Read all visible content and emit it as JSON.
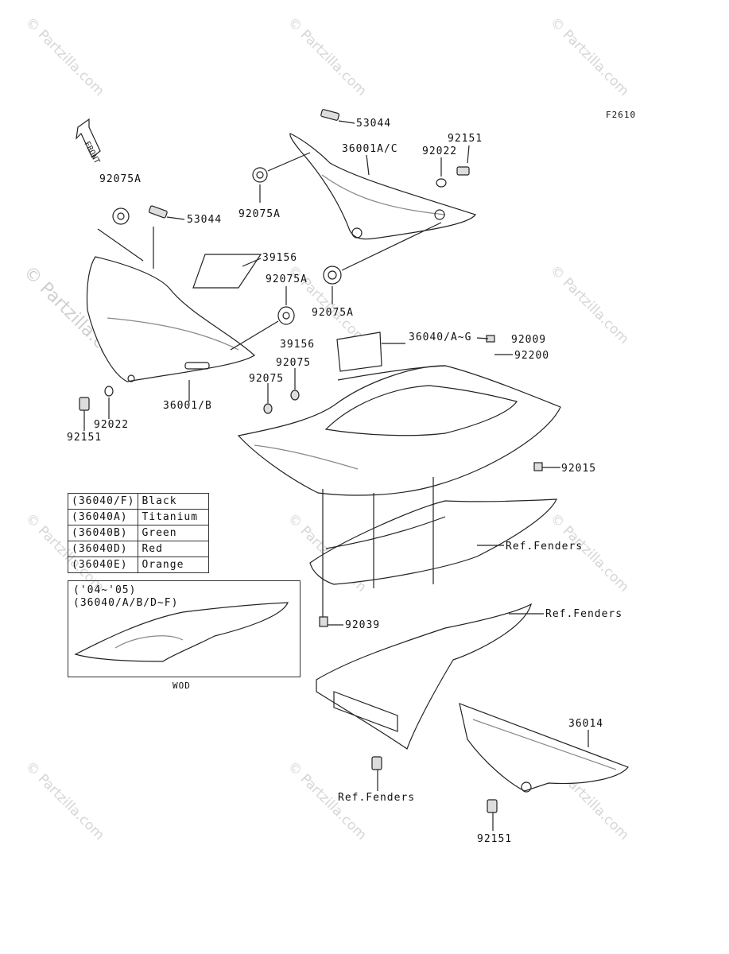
{
  "figure_id": "F2610",
  "watermark": "© Partzilla.com",
  "front_label": "FRONT",
  "labels": {
    "p53044_top": "53044",
    "p36001AC": "36001A/C",
    "p92022_top": "92022",
    "p92151_top": "92151",
    "p92075A_1": "92075A",
    "p92075A_2": "92075A",
    "p53044_mid": "53044",
    "p39156_1": "39156",
    "p92075A_3": "92075A",
    "p92075A_4": "92075A",
    "p36040": "36040/A~G",
    "p92009": "92009",
    "p92200": "92200",
    "p39156_2": "39156",
    "p92075_1": "92075",
    "p92075_2": "92075",
    "p36001B": "36001/B",
    "p92022_left": "92022",
    "p92151_left": "92151",
    "p92015": "92015",
    "ref_fenders_1": "Ref.Fenders",
    "p92039": "92039",
    "ref_fenders_2": "Ref.Fenders",
    "p36014": "36014",
    "ref_fenders_3": "Ref.Fenders",
    "p92151_bottom": "92151"
  },
  "color_table": [
    {
      "code": "(36040/F)",
      "color": "Black"
    },
    {
      "code": "(36040A)",
      "color": "Titanium"
    },
    {
      "code": "(36040B)",
      "color": "Green"
    },
    {
      "code": "(36040D)",
      "color": "Red"
    },
    {
      "code": "(36040E)",
      "color": "Orange"
    }
  ],
  "inset": {
    "years": "('04~'05)",
    "parts": "(36040/A/B/D~F)",
    "caption": "WOD"
  }
}
